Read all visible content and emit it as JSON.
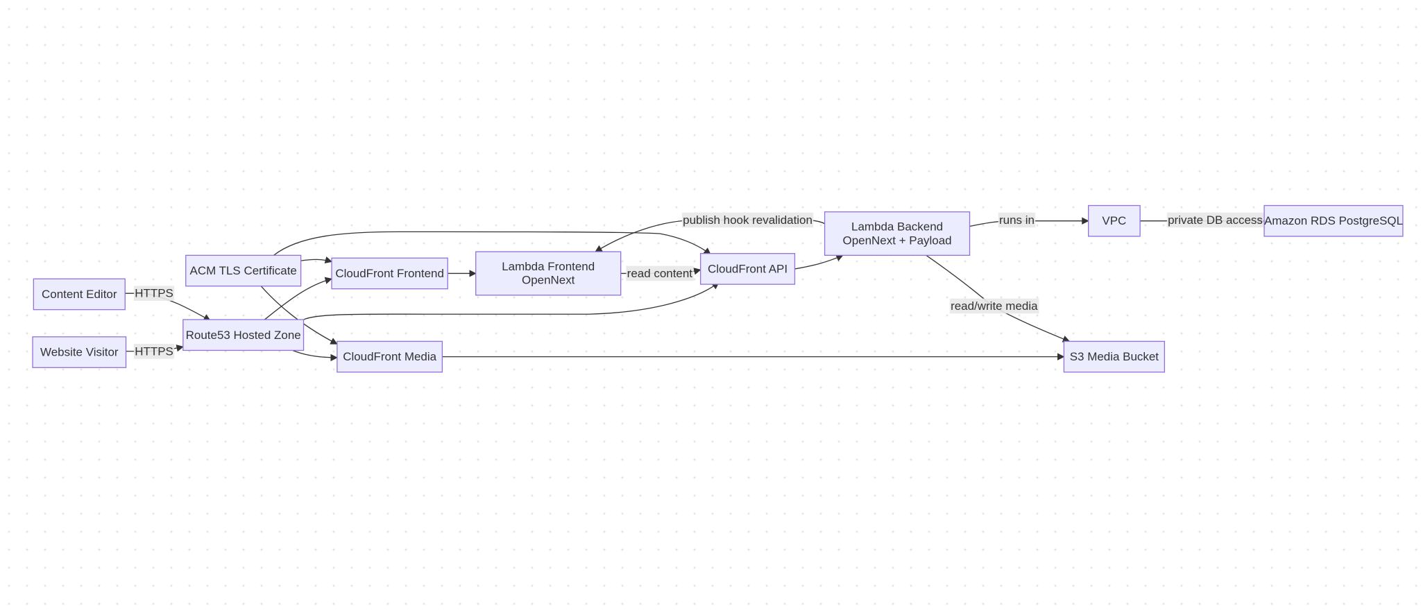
{
  "nodes": [
    {
      "id": "content_editor",
      "lines": [
        "Content Editor"
      ]
    },
    {
      "id": "website_visitor",
      "lines": [
        "Website Visitor"
      ]
    },
    {
      "id": "acm",
      "lines": [
        "ACM TLS Certificate"
      ]
    },
    {
      "id": "route53",
      "lines": [
        "Route53 Hosted Zone"
      ]
    },
    {
      "id": "cf_frontend",
      "lines": [
        "CloudFront Frontend"
      ]
    },
    {
      "id": "cf_media",
      "lines": [
        "CloudFront Media"
      ]
    },
    {
      "id": "lambda_frontend",
      "lines": [
        "Lambda Frontend",
        "OpenNext"
      ]
    },
    {
      "id": "cf_api",
      "lines": [
        "CloudFront API"
      ]
    },
    {
      "id": "lambda_backend",
      "lines": [
        "Lambda Backend",
        "OpenNext + Payload"
      ]
    },
    {
      "id": "vpc",
      "lines": [
        "VPC"
      ]
    },
    {
      "id": "rds",
      "lines": [
        "Amazon RDS PostgreSQL"
      ]
    },
    {
      "id": "s3",
      "lines": [
        "S3 Media Bucket"
      ]
    }
  ],
  "edges": [
    {
      "id": "e1",
      "from": "content_editor",
      "to": "route53",
      "label": "HTTPS"
    },
    {
      "id": "e2",
      "from": "website_visitor",
      "to": "route53",
      "label": "HTTPS"
    },
    {
      "id": "e3",
      "from": "acm",
      "to": "cf_frontend",
      "label": ""
    },
    {
      "id": "e4",
      "from": "acm",
      "to": "cf_api",
      "label": ""
    },
    {
      "id": "e5",
      "from": "acm",
      "to": "cf_media",
      "label": ""
    },
    {
      "id": "e6",
      "from": "route53",
      "to": "cf_frontend",
      "label": ""
    },
    {
      "id": "e7",
      "from": "route53",
      "to": "cf_api",
      "label": ""
    },
    {
      "id": "e8",
      "from": "route53",
      "to": "cf_media",
      "label": ""
    },
    {
      "id": "e9",
      "from": "cf_frontend",
      "to": "lambda_frontend",
      "label": ""
    },
    {
      "id": "e10",
      "from": "lambda_frontend",
      "to": "cf_api",
      "label": "read content"
    },
    {
      "id": "e11",
      "from": "cf_api",
      "to": "lambda_backend",
      "label": ""
    },
    {
      "id": "e12",
      "from": "lambda_backend",
      "to": "lambda_frontend",
      "label": "publish hook revalidation"
    },
    {
      "id": "e13",
      "from": "lambda_backend",
      "to": "vpc",
      "label": "runs in"
    },
    {
      "id": "e14",
      "from": "vpc",
      "to": "rds",
      "label": "private DB access"
    },
    {
      "id": "e15",
      "from": "lambda_backend",
      "to": "s3",
      "label": "read/write media"
    },
    {
      "id": "e16",
      "from": "cf_media",
      "to": "s3",
      "label": ""
    }
  ],
  "colors": {
    "node_fill": "#ECECFF",
    "node_stroke": "#9370DB",
    "edge": "#333333",
    "label_bg": "#e8e8e8",
    "text": "#333333"
  }
}
